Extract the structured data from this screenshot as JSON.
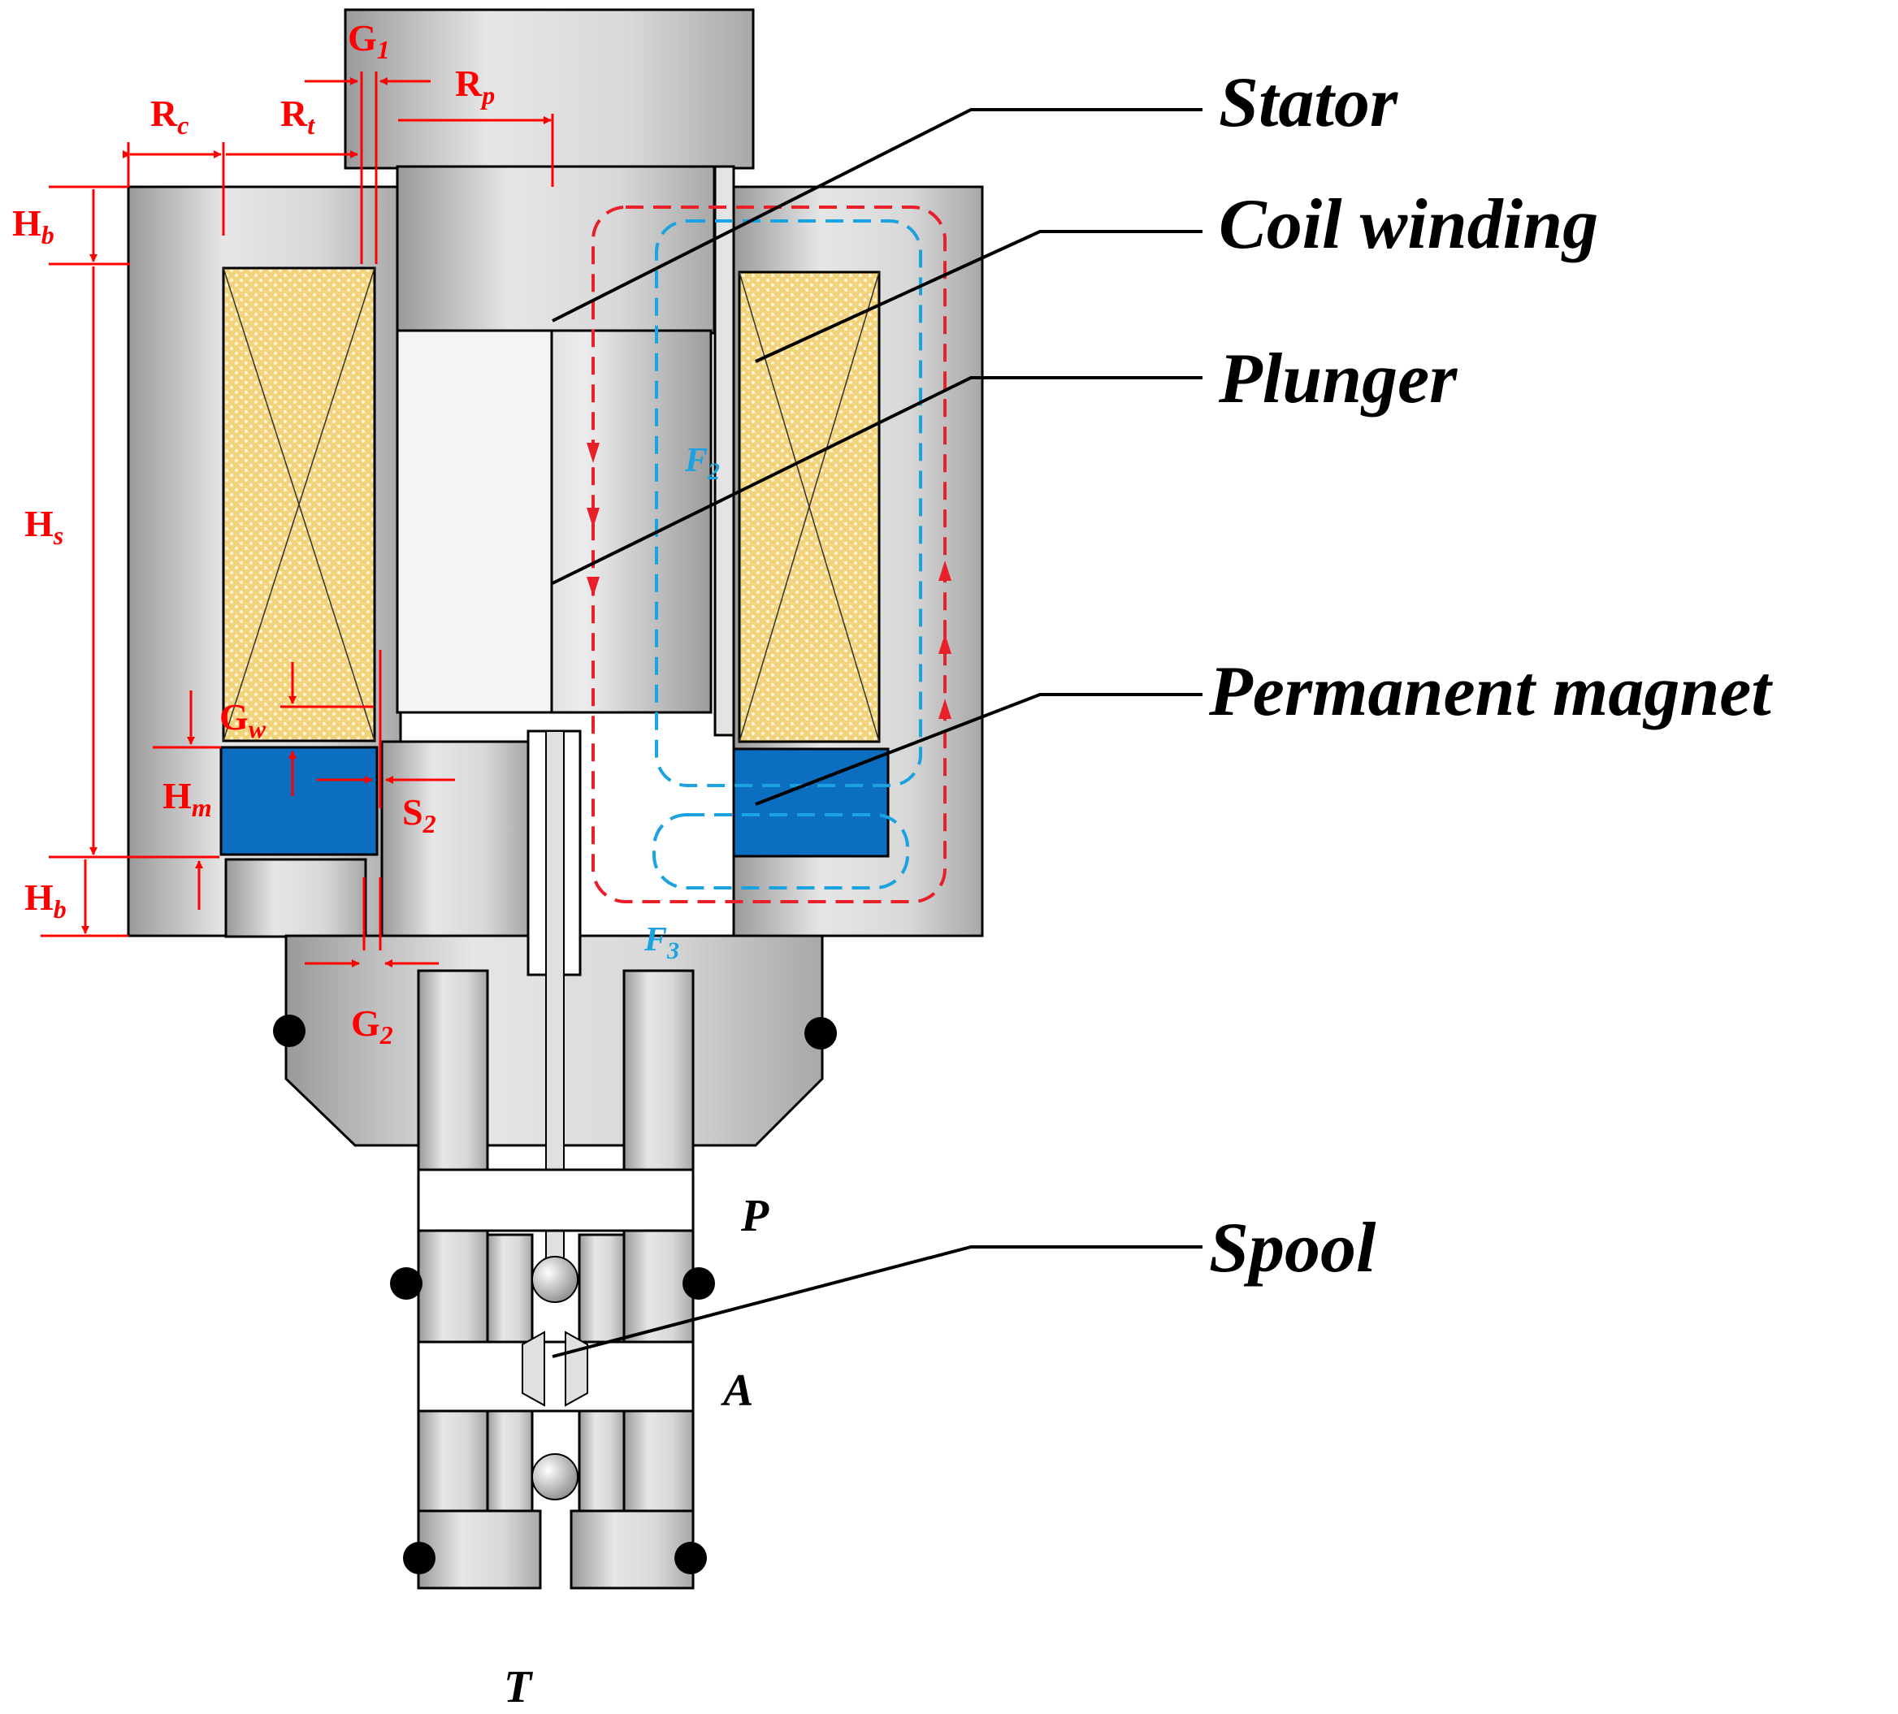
{
  "callouts": {
    "stator": "Stator",
    "coil": "Coil winding",
    "plunger": "Plunger",
    "magnet": "Permanent magnet",
    "spool": "Spool"
  },
  "ports": {
    "p": "P",
    "a": "A",
    "t": "T"
  },
  "flux": {
    "f2": "F",
    "f2_sub": "2",
    "f3": "F",
    "f3_sub": "3"
  },
  "dims": {
    "g1": "G",
    "g1_sub": "1",
    "rc": "R",
    "rc_sub": "c",
    "rt": "R",
    "rt_sub": "t",
    "rp": "R",
    "rp_sub": "p",
    "hb_top": "H",
    "hb_top_sub": "b",
    "hs": "H",
    "hs_sub": "s",
    "gw": "G",
    "gw_sub": "w",
    "hm": "H",
    "hm_sub": "m",
    "s2": "S",
    "s2_sub": "2",
    "hb_bot": "H",
    "hb_bot_sub": "b",
    "g2": "G",
    "g2_sub": "2"
  },
  "colors": {
    "metal": "#d4d4d4",
    "coil": "#f2d27a",
    "magnet": "#0b6ec0",
    "dimension": "#ff0000",
    "flux_f2": "#1aa3e0",
    "flux_f1": "#e8202a"
  }
}
